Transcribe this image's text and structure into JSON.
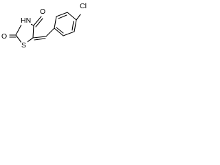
{
  "molecule": {
    "atoms": {
      "o_top": "O",
      "o_left": "O",
      "nh": "HN",
      "s": "S",
      "cl": "Cl"
    }
  }
}
